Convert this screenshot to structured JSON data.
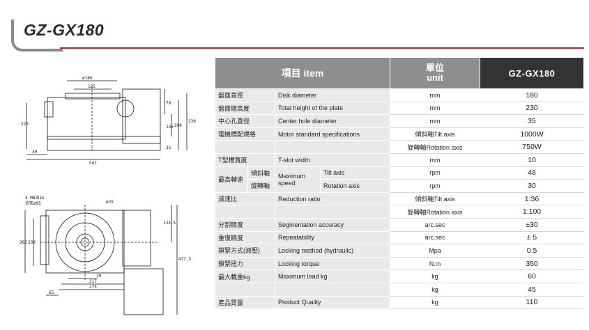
{
  "title": "GZ-GX180",
  "table": {
    "header": {
      "item": "項目 item",
      "unit_line1": "單位",
      "unit_line2": "unit",
      "model": "GZ-GX180"
    },
    "rows": [
      {
        "zh": "盤面直徑",
        "en": "Disk diameter",
        "unit": "mm",
        "value": "180"
      },
      {
        "zh": "盤面總高度",
        "en": "Total height of the plate",
        "unit": "mm",
        "value": "230"
      },
      {
        "zh": "中心孔直徑",
        "en": "Center hole diameter",
        "unit": "mm",
        "value": "35"
      },
      {
        "zh": "電機標配規格",
        "en": "Motor standard specifications",
        "unit": "傾斜軸Tilt axis",
        "value": "1000W"
      },
      {
        "zh": "",
        "en": "",
        "unit": "旋轉軸Rotation axis",
        "value": "750W"
      },
      {
        "zh": "T型槽寬度",
        "en": "T-slot width",
        "unit": "mm",
        "value": "10"
      },
      {
        "zh": "最高轉速",
        "sub1": "傾斜軸",
        "en": "Maximum speed",
        "axis": "Tilt axis",
        "unit": "rpm",
        "value": "48"
      },
      {
        "sub1": "旋轉軸",
        "axis": "Rotation axis",
        "unit": "rpm",
        "value": "30"
      },
      {
        "zh": "減速比",
        "en": "Reduction ratio",
        "unit": "傾斜軸Tilt axis",
        "value": "1:36"
      },
      {
        "zh": "",
        "en": "",
        "unit": "旋轉軸Rotation axis",
        "value": "1:100"
      },
      {
        "zh": "分割精度",
        "en": "Segmentation accuracy",
        "unit": "arc.sec",
        "value": "±30"
      },
      {
        "zh": "重復精度",
        "en": "Repeatability",
        "unit": "arc.sec",
        "value": "± 5"
      },
      {
        "zh": "鎖緊方式(液壓)",
        "en": "Locking method (hydraulic)",
        "unit": "Mpa",
        "value": "0.5"
      },
      {
        "zh": "鎖緊扭力",
        "en": "Locking torque",
        "unit": "N.m",
        "value": "350"
      },
      {
        "zh": "最大載重kg",
        "en": "Maximum load kg",
        "unit": "kg",
        "value": "60"
      },
      {
        "zh": "",
        "en": "",
        "unit": "kg",
        "value": "45"
      },
      {
        "zh": "產品質量",
        "en": "Product Quality",
        "unit": "kg",
        "value": "110"
      }
    ]
  },
  "drawing": {
    "front_dims": [
      "ø180",
      "125",
      "70",
      "135",
      "200",
      "230",
      "225",
      "25",
      "30",
      "547"
    ],
    "top_dims": [
      "4-M8深15",
      "均布ø95",
      "ø35",
      "287",
      "200",
      "133.5",
      "477.5",
      "10",
      "217",
      "275",
      "65"
    ]
  },
  "colors": {
    "accent_red": "#c8202a",
    "header_gray": "#8e8e8e",
    "header_dark": "#333333",
    "row_gray": "#e9e9e9"
  }
}
